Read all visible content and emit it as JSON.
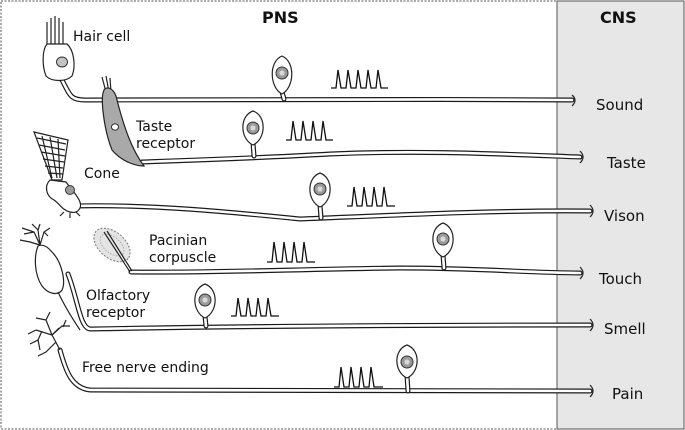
{
  "header": {
    "pns": "PNS",
    "cns": "CNS"
  },
  "labels": {
    "hair_cell": "Hair cell",
    "taste_receptor_line1": "Taste",
    "taste_receptor_line2": "receptor",
    "cone": "Cone",
    "pacinian_line1": "Pacinian",
    "pacinian_line2": "corpuscle",
    "olfactory_line1": "Olfactory",
    "olfactory_line2": "receptor",
    "free_nerve": "Free nerve ending"
  },
  "destinations": [
    "Sound",
    "Taste",
    "Vison",
    "Touch",
    "Smell",
    "Pain"
  ],
  "colors": {
    "cns_panel": "#e7e7e7",
    "border": "#555555",
    "nucleus": "#9a9a9a",
    "receptor_fill": "#a9a9a9"
  }
}
